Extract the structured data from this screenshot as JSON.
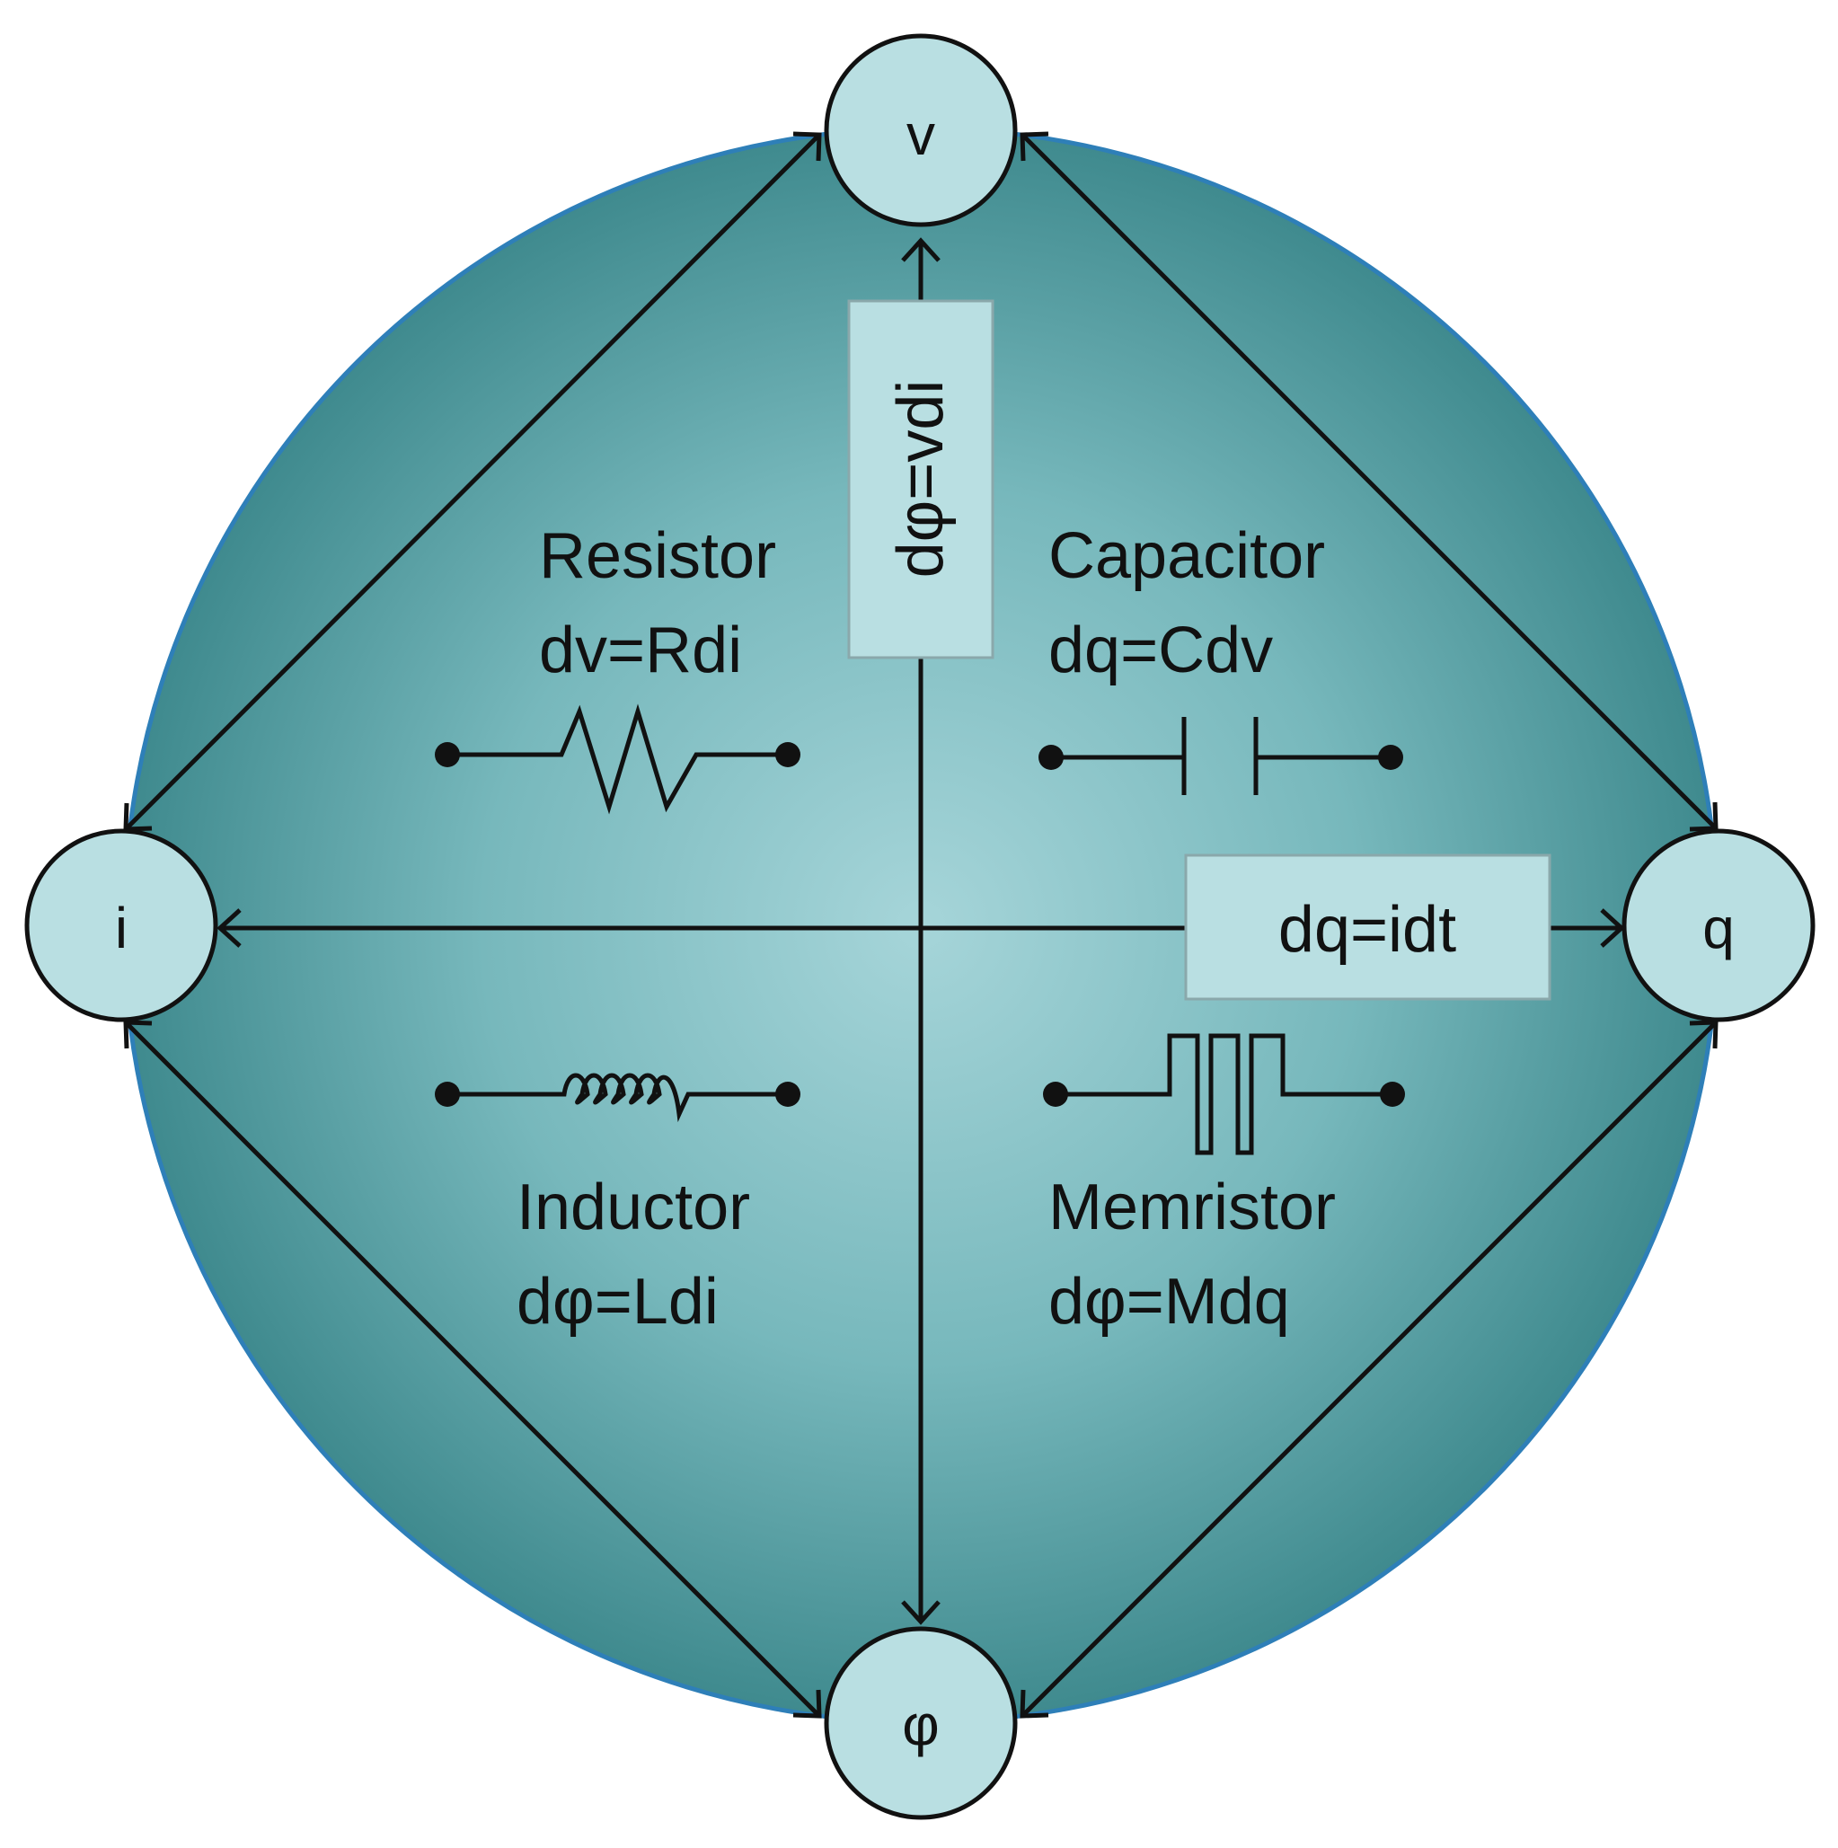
{
  "nodes": {
    "v": "v",
    "i": "i",
    "q": "q",
    "phi": "φ"
  },
  "boxes": {
    "vertical": "dφ=vdi",
    "horizontal": "dq=idt"
  },
  "components": {
    "resistor": {
      "name": "Resistor",
      "equation": "dv=Rdi"
    },
    "capacitor": {
      "name": "Capacitor",
      "equation": "dq=Cdv"
    },
    "inductor": {
      "name": "Inductor",
      "equation": "dφ=Ldi"
    },
    "memristor": {
      "name": "Memristor",
      "equation": "dφ=Mdq"
    }
  },
  "colors": {
    "circle_center": "#a6d5d9",
    "circle_edge": "#3f8a8e",
    "circle_outline": "#2e7fb8",
    "node_fill": "#b9dfe2",
    "box_fill": "#b9dfe2",
    "ink": "#111111"
  }
}
